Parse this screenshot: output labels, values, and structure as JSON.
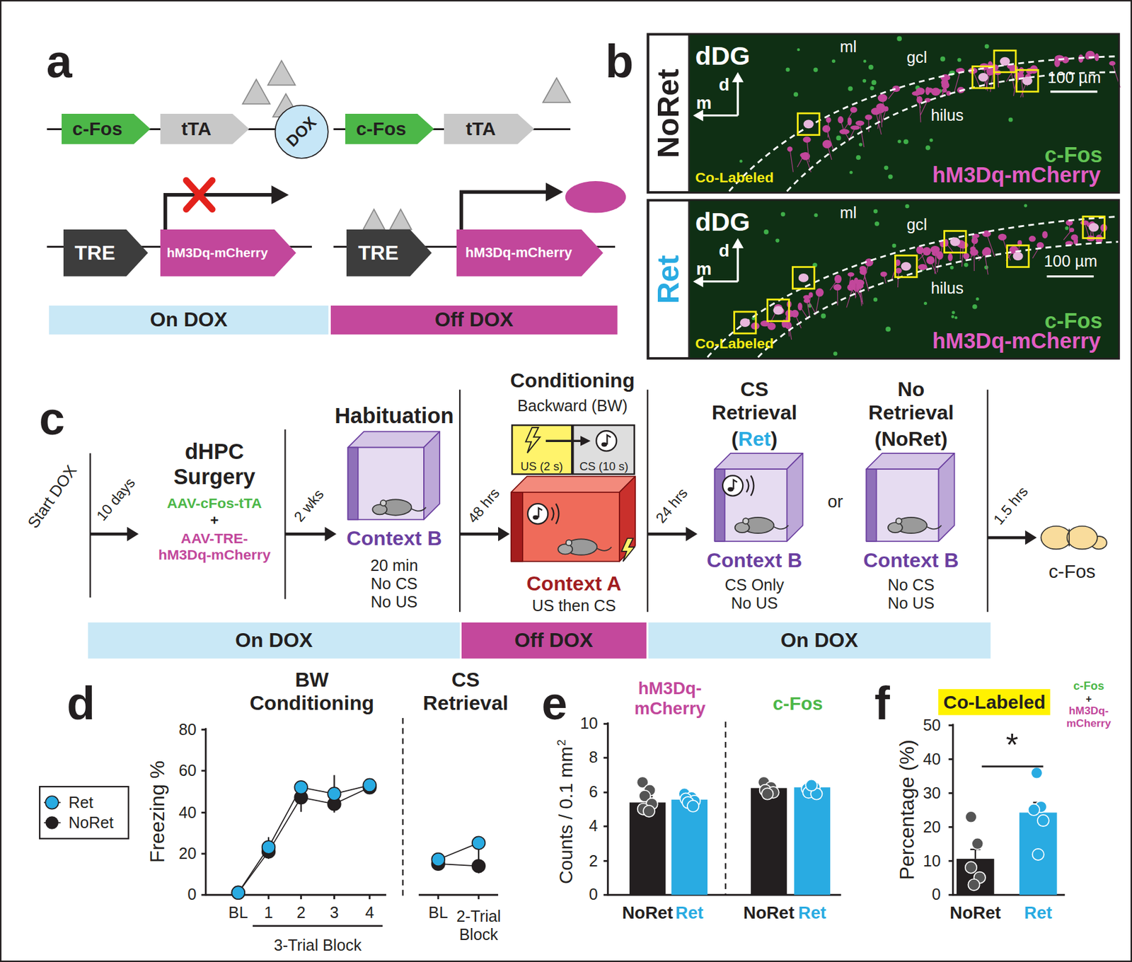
{
  "diagram": {
    "nodes": [
      {
        "text": [
          "c-Fos"
        ]
      },
      {
        "text": [
          "tTA"
        ]
      },
      {
        "text": [
          "DOX"
        ]
      },
      {
        "text": [
          "c-Fos"
        ]
      },
      {
        "text": [
          "tTA"
        ]
      },
      {
        "text": [
          "TRE"
        ]
      },
      {
        "text": [
          "hM3Dq-mCherry"
        ]
      },
      {
        "text": [
          "TRE"
        ]
      },
      {
        "text": [
          "hM3Dq-mCherry"
        ]
      },
      {
        "text": [
          "On DOX"
        ]
      },
      {
        "text": [
          "Off DOX"
        ]
      },
      {
        "text": [
          "NoRet"
        ]
      },
      {
        "text": [
          "Ret"
        ]
      },
      {
        "text": [
          "US (2 s)"
        ]
      },
      {
        "text": [
          "CS (10 s)"
        ]
      },
      {
        "text": [
          "On DOX"
        ]
      },
      {
        "text": [
          "Off DOX"
        ]
      },
      {
        "text": [
          "On DOX"
        ]
      },
      {
        "text": [
          "Co-Labeled"
        ]
      }
    ],
    "labels": [
      "a",
      "b",
      "dDG",
      "ml",
      "gcl",
      "hilus",
      "d",
      "m",
      "100 µm",
      "c-Fos",
      "hM3Dq-mCherry",
      "Co-Labeled",
      "dDG",
      "ml",
      "gcl",
      "hilus",
      "d",
      "m",
      "100 µm",
      "c-Fos",
      "hM3Dq-mCherry",
      "Co-Labeled",
      "c",
      "Start DOX",
      "10 days",
      "dHPC Surgery",
      "AAV-cFos-tTA",
      "+",
      "AAV-TRE- hM3Dq-mCherry",
      "2 wks",
      "Habituation",
      "Context B",
      "20 min No CS No US",
      "48 hrs",
      "Conditioning",
      "Backward (BW)",
      "Context A",
      "US then CS",
      "24 hrs",
      "CS Retrieval",
      "(",
      "Ret",
      ")",
      "Context B",
      "CS Only No US",
      "or",
      "No Retrieval",
      "(",
      "NoRet",
      ")",
      "Context B",
      "No CS No US",
      "1.5 hrs",
      "c-Fos",
      "d",
      "BW Conditioning",
      "CS Retrieval",
      "80",
      "60",
      "40",
      "20",
      "0",
      "Freezing %",
      "BL",
      "1",
      "2",
      "3",
      "4",
      "3-Trial Block",
      "BL",
      "2-Trial Block",
      "e",
      "hM3Dq- mCherry",
      "c-Fos",
      "10",
      "8",
      "6",
      "4",
      "2",
      "0",
      "Counts / 0.1 mm",
      "2",
      "NoRet",
      "Ret",
      "NoRet",
      "Ret",
      "f",
      "c-Fos",
      "+",
      "hM3Dq- mCherry",
      "50",
      "40",
      "30",
      "20",
      "10",
      "0",
      "Percentage (%)",
      "*",
      "NoRet",
      "Ret"
    ],
    "legend": [
      {
        "text": "Ret"
      },
      {
        "text": "NoRet"
      }
    ]
  }
}
